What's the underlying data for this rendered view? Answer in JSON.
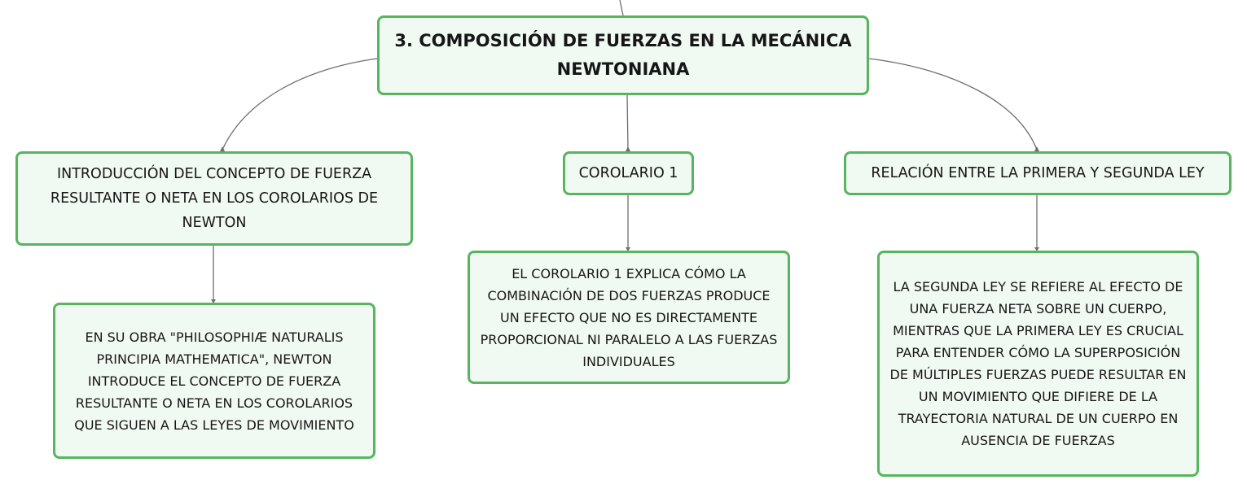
{
  "diagram": {
    "root": {
      "title": "3. COMPOSICIÓN DE FUERZAS EN LA MECÁNICA NEWTONIANA"
    },
    "branches": [
      {
        "title": "INTRODUCCIÓN DEL CONCEPTO DE FUERZA RESULTANTE O NETA EN LOS COROLARIOS DE NEWTON",
        "detail": "EN SU OBRA \"PHILOSOPHIÆ NATURALIS PRINCIPIA MATHEMATICA\", NEWTON INTRODUCE EL CONCEPTO DE FUERZA RESULTANTE O NETA EN LOS COROLARIOS QUE SIGUEN A LAS LEYES DE MOVIMIENTO"
      },
      {
        "title": "COROLARIO 1",
        "detail": "EL COROLARIO 1 EXPLICA CÓMO LA COMBINACIÓN DE DOS FUERZAS PRODUCE UN EFECTO QUE NO ES DIRECTAMENTE PROPORCIONAL NI PARALELO A LAS FUERZAS INDIVIDUALES"
      },
      {
        "title": "RELACIÓN ENTRE LA PRIMERA Y SEGUNDA LEY",
        "detail": "LA SEGUNDA LEY SE REFIERE AL EFECTO DE UNA FUERZA NETA SOBRE UN CUERPO, MIENTRAS QUE LA PRIMERA LEY ES CRUCIAL PARA ENTENDER CÓMO LA SUPERPOSICIÓN DE MÚLTIPLES FUERZAS PUEDE RESULTAR EN UN MOVIMIENTO QUE DIFIERE DE LA TRAYECTORIA NATURAL DE UN CUERPO EN AUSENCIA DE FUERZAS"
      }
    ]
  },
  "colors": {
    "node_border": "#57b55f",
    "node_fill": "#f1faf2",
    "connector": "#6e6e6e",
    "text": "#161616"
  }
}
